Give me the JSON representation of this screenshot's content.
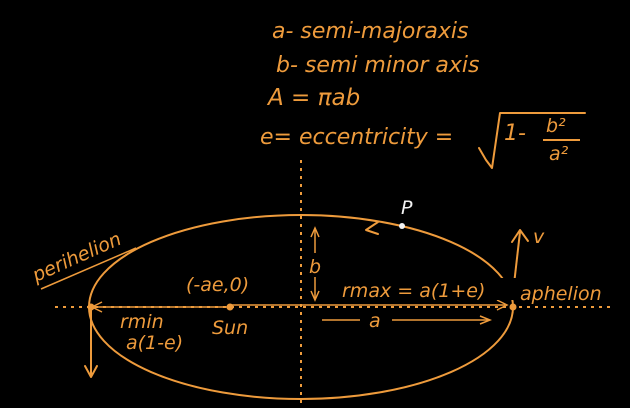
{
  "notes": {
    "line1": "a- semi-majoraxis",
    "line2": "b- semi minor axis",
    "area": "A = πab",
    "ecc_left": "e= eccentricity =",
    "sqrt_one": "1-",
    "frac_num": "b²",
    "frac_den": "a²"
  },
  "labels": {
    "point_p": "P",
    "velocity": "v",
    "semi_minor": "b",
    "semi_major": "a",
    "focus_coord": "(-ae,0)",
    "sun": "Sun",
    "perihelion": "perihelion",
    "aphelion": "aphelion",
    "r_min": "rmin",
    "r_min_expr": "a(1-e)",
    "r_max": "rmax = a(1+e)"
  },
  "colors": {
    "background": "#000000",
    "ink": "#ee9b3c",
    "highlight": "#f2f2f2"
  }
}
